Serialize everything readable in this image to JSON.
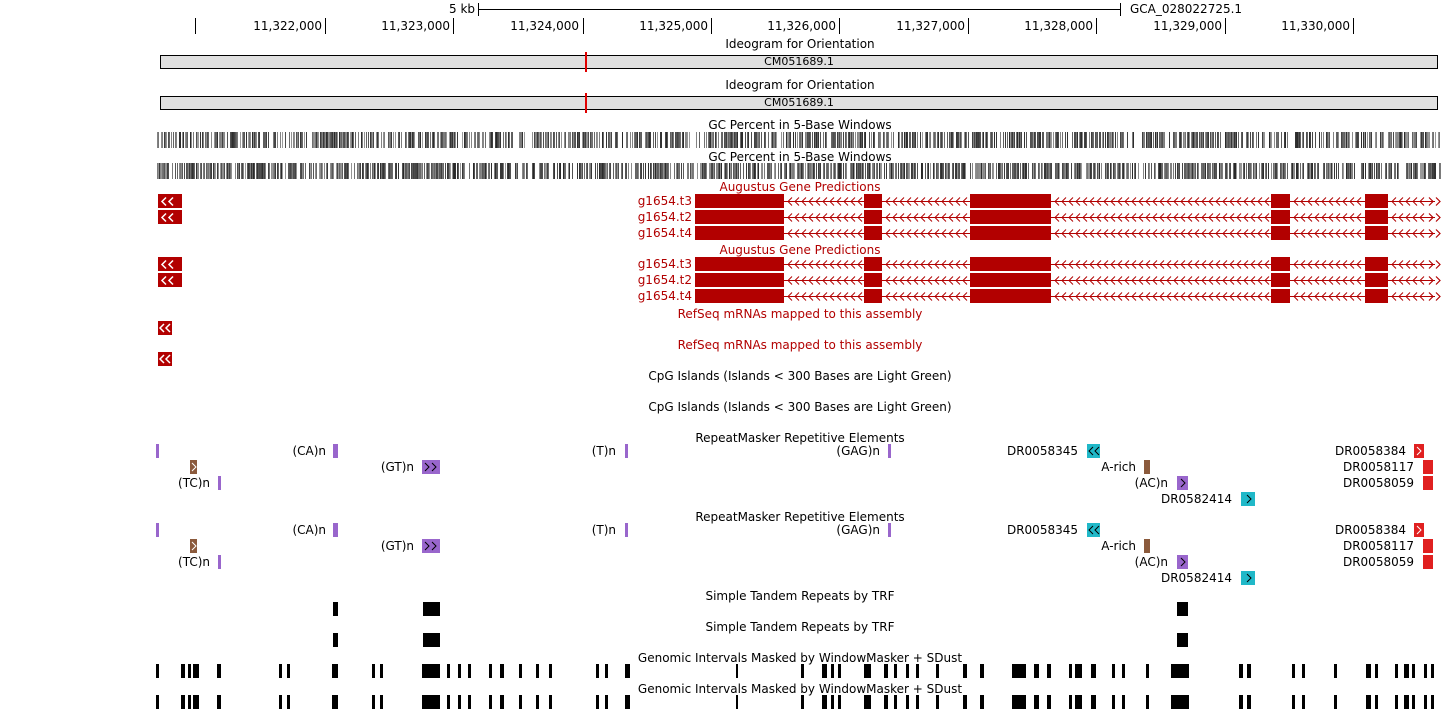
{
  "ruler": {
    "scale_label": "5 kb",
    "assembly": "GCA_028022725.1",
    "ticks": [
      "11,322,000",
      "11,323,000",
      "11,324,000",
      "11,325,000",
      "11,326,000",
      "11,327,000",
      "11,328,000",
      "11,329,000",
      "11,330,000"
    ]
  },
  "ideogram": {
    "title": "Ideogram for Orientation",
    "chrom": "CM051689.1"
  },
  "gc": {
    "title": "GC Percent in 5-Base Windows"
  },
  "augustus": {
    "title": "Augustus Gene Predictions",
    "transcripts": [
      "g1654.t3",
      "g1654.t2",
      "g1654.t4"
    ]
  },
  "refseq": {
    "title": "RefSeq mRNAs mapped to this assembly"
  },
  "cpg": {
    "title": "CpG Islands (Islands < 300 Bases are Light Green)"
  },
  "repeatmasker": {
    "title": "RepeatMasker Repetitive Elements",
    "labels": {
      "ca": "(CA)n",
      "gt": "(GT)n",
      "tc": "(TC)n",
      "t": "(T)n",
      "gag": "(GAG)n",
      "dr345": "DR0058345",
      "arich": "A-rich",
      "ac": "(AC)n",
      "dr414": "DR0582414",
      "dr384": "DR0058384",
      "dr117": "DR0058117",
      "dr059": "DR0058059"
    }
  },
  "trf": {
    "title": "Simple Tandem Repeats by TRF"
  },
  "windowmasker": {
    "title": "Genomic Intervals Masked by WindowMasker + SDust"
  },
  "colors": {
    "gene": "#b20000",
    "repeat_purple": "#9966cc",
    "repeat_brown": "#8b5a3c",
    "repeat_cyan": "#20b8c8",
    "repeat_red": "#e02020"
  }
}
